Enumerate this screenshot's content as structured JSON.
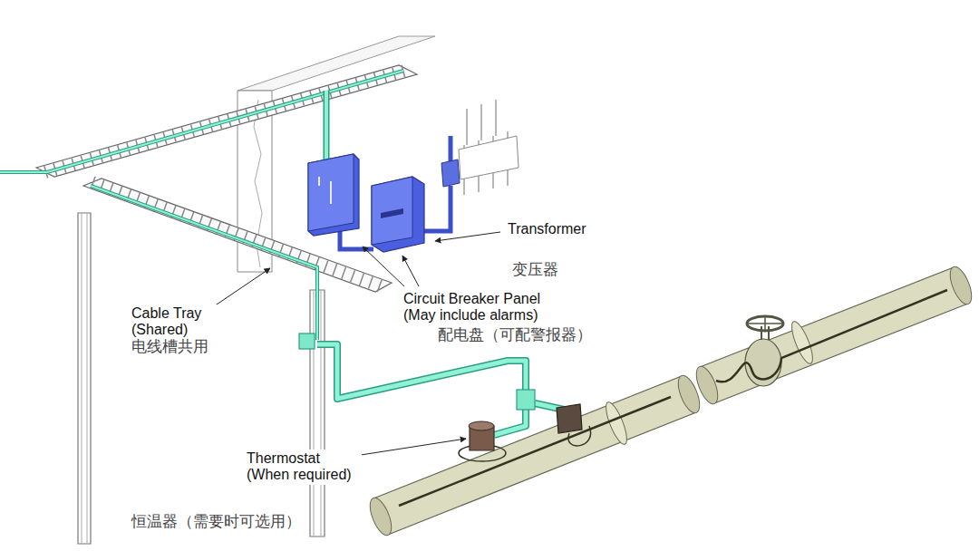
{
  "diagram": {
    "labels": [
      "Transformer",
      "变压器",
      "Cable Tray (Shared)",
      "电线槽共用",
      "Circuit Breaker Panel (May include alarms)",
      "配电盘（可配警报器）",
      "Thermostat (When required)",
      "恒温器（需要时可选用）"
    ]
  }
}
